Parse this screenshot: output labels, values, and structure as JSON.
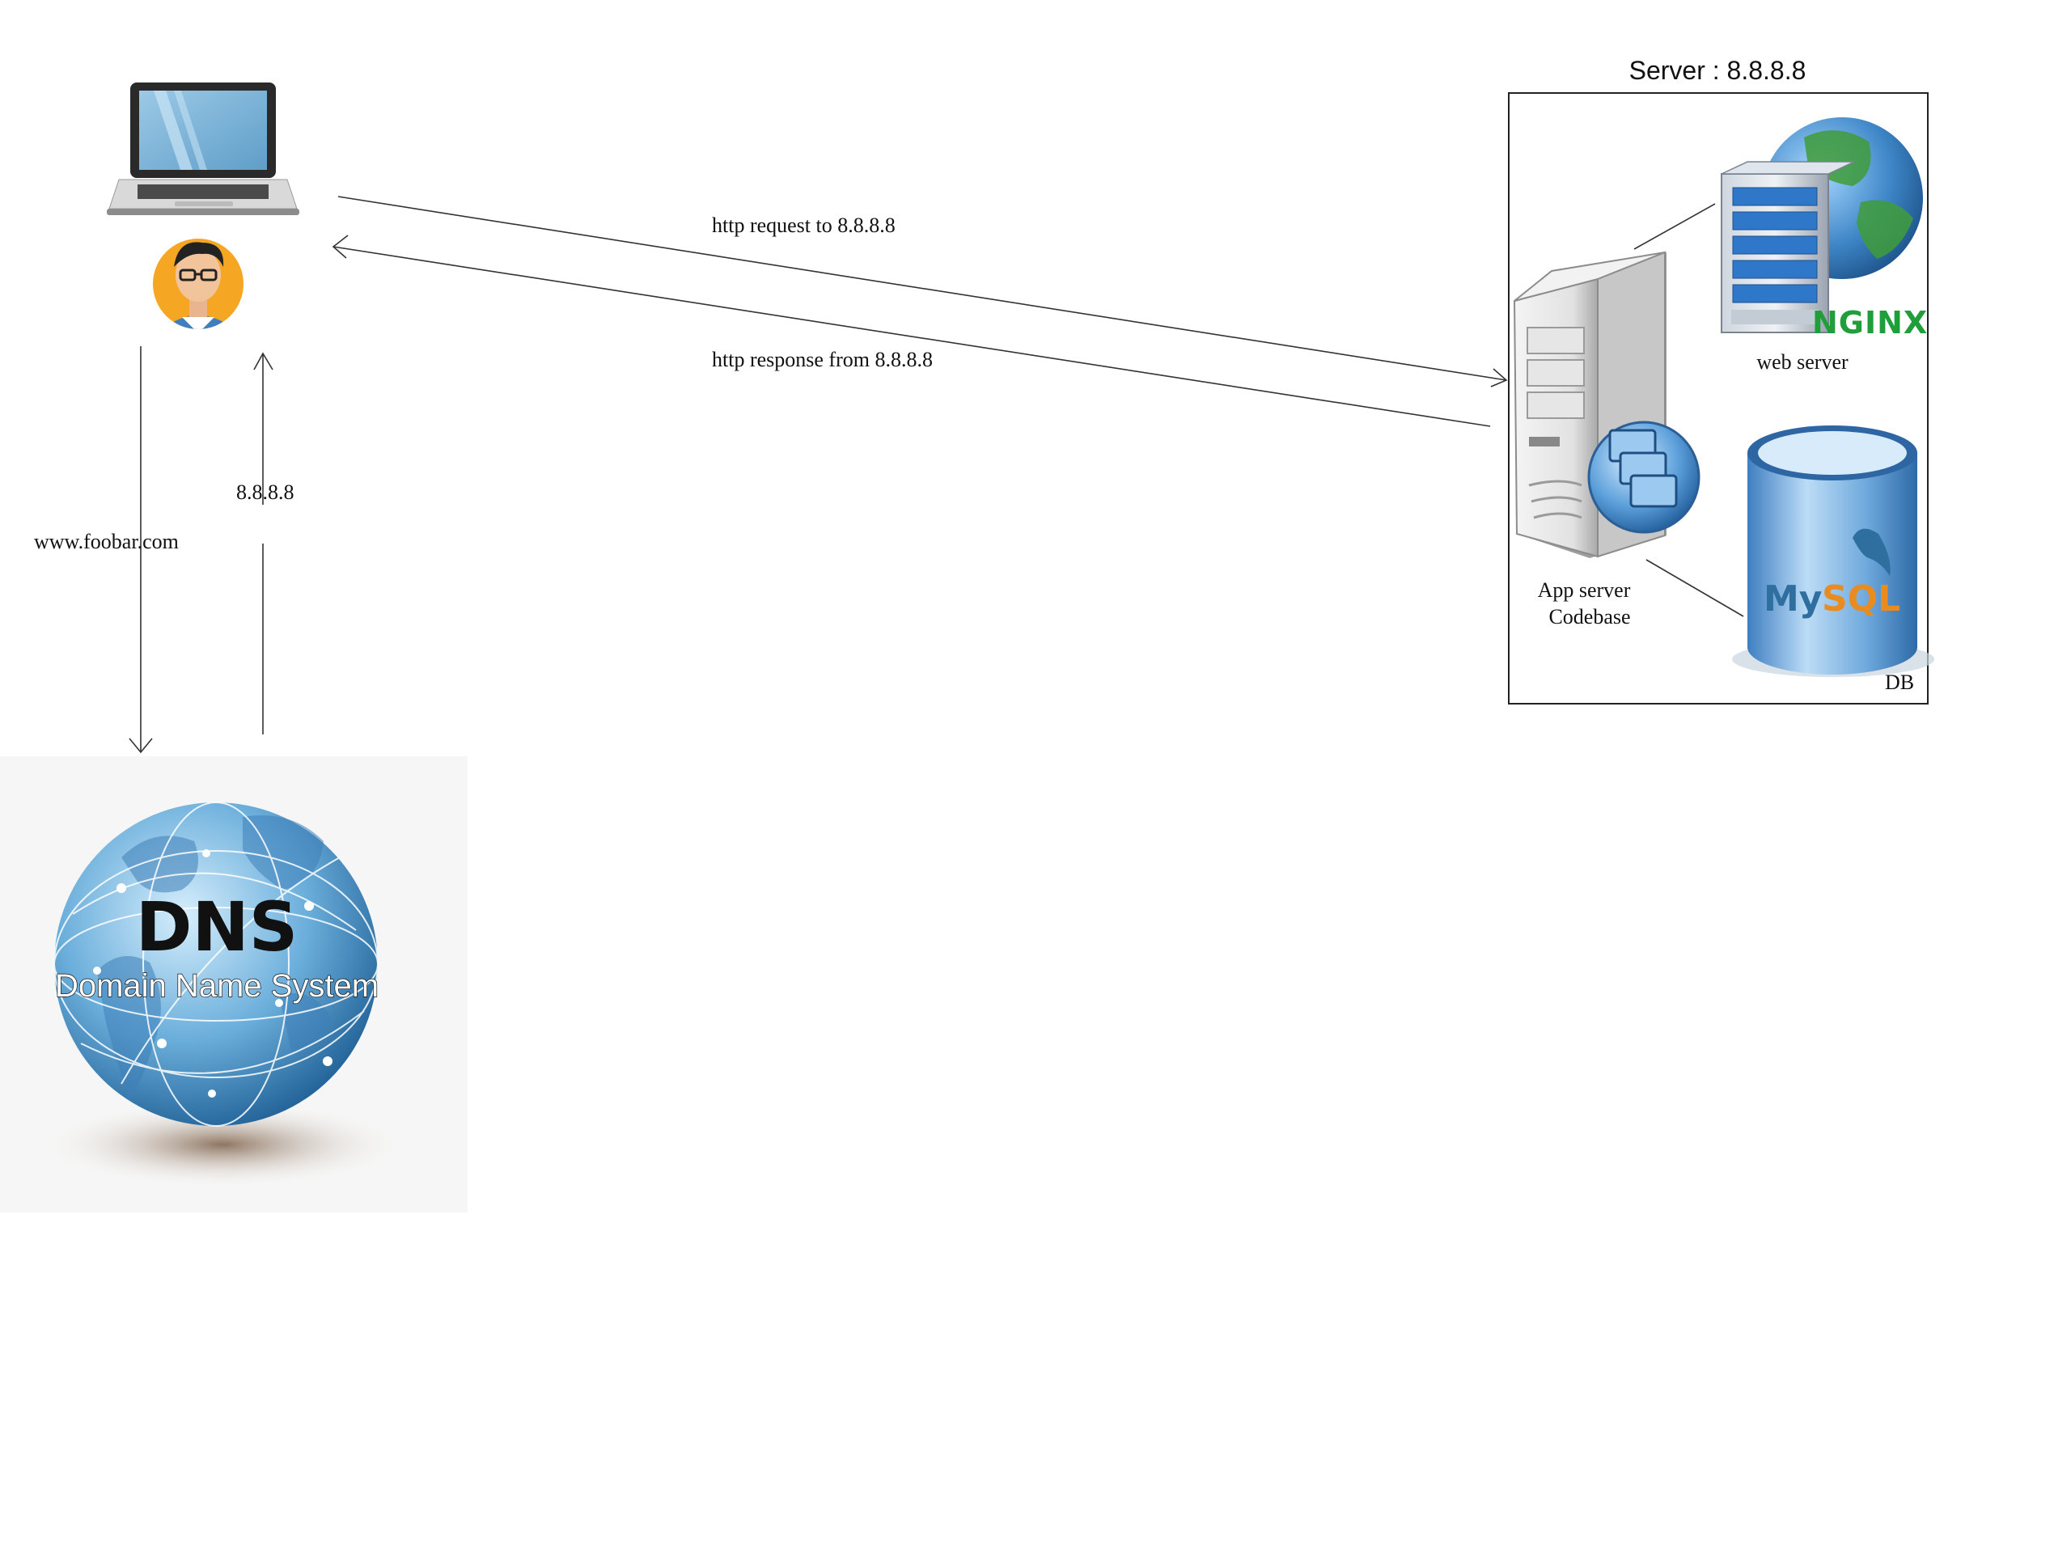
{
  "server": {
    "title": "Server : 8.8.8.8",
    "web_server_label": "web server",
    "app_server_label": "App server",
    "codebase_label": "Codebase",
    "db_label": "DB"
  },
  "arrows": {
    "request_label": "http request to 8.8.8.8",
    "response_label": "http response from 8.8.8.8",
    "dns_query_label": "www.foobar.com",
    "dns_answer_label": "8.8.8.8"
  },
  "dns": {
    "title": "DNS",
    "subtitle": "Domain Name System"
  },
  "logos": {
    "nginx": "NGINX",
    "mysql_my": "My",
    "mysql_sql": "SQL"
  },
  "icons": [
    "laptop-icon",
    "user-avatar-icon",
    "dns-globe-icon",
    "web-server-icon",
    "app-server-icon",
    "database-icon"
  ]
}
